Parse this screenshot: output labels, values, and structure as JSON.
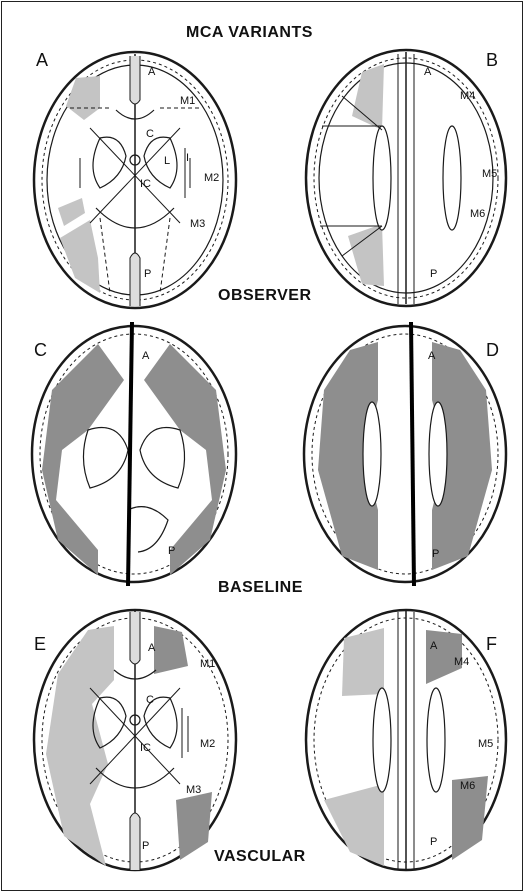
{
  "headings": {
    "top": "MCA VARIANTS",
    "observer": "OBSERVER",
    "baseline": "BASELINE",
    "vascular": "VASCULAR"
  },
  "panels": {
    "a": {
      "letter": "A",
      "labels": {
        "anterior": "A",
        "m1": "M1",
        "c": "C",
        "l": "L",
        "i": "I",
        "ic": "IC",
        "m2": "M2",
        "m3": "M3",
        "posterior": "P"
      }
    },
    "b": {
      "letter": "B",
      "labels": {
        "anterior": "A",
        "m4": "M4",
        "m5": "M5",
        "m6": "M6",
        "posterior": "P"
      }
    },
    "c": {
      "letter": "C",
      "labels": {
        "anterior": "A",
        "posterior": "P"
      }
    },
    "d": {
      "letter": "D",
      "labels": {
        "anterior": "A",
        "posterior": "P"
      }
    },
    "e": {
      "letter": "E",
      "labels": {
        "anterior": "A",
        "m1": "M1",
        "c": "C",
        "ic": "IC",
        "m2": "M2",
        "m3": "M3",
        "posterior": "P"
      }
    },
    "f": {
      "letter": "F",
      "labels": {
        "anterior": "A",
        "m4": "M4",
        "m5": "M5",
        "m6": "M6",
        "posterior": "P"
      }
    }
  },
  "colors": {
    "light_gray": "#c4c4c4",
    "dark_gray": "#8e8e8e",
    "line": "#1a1a1a"
  }
}
